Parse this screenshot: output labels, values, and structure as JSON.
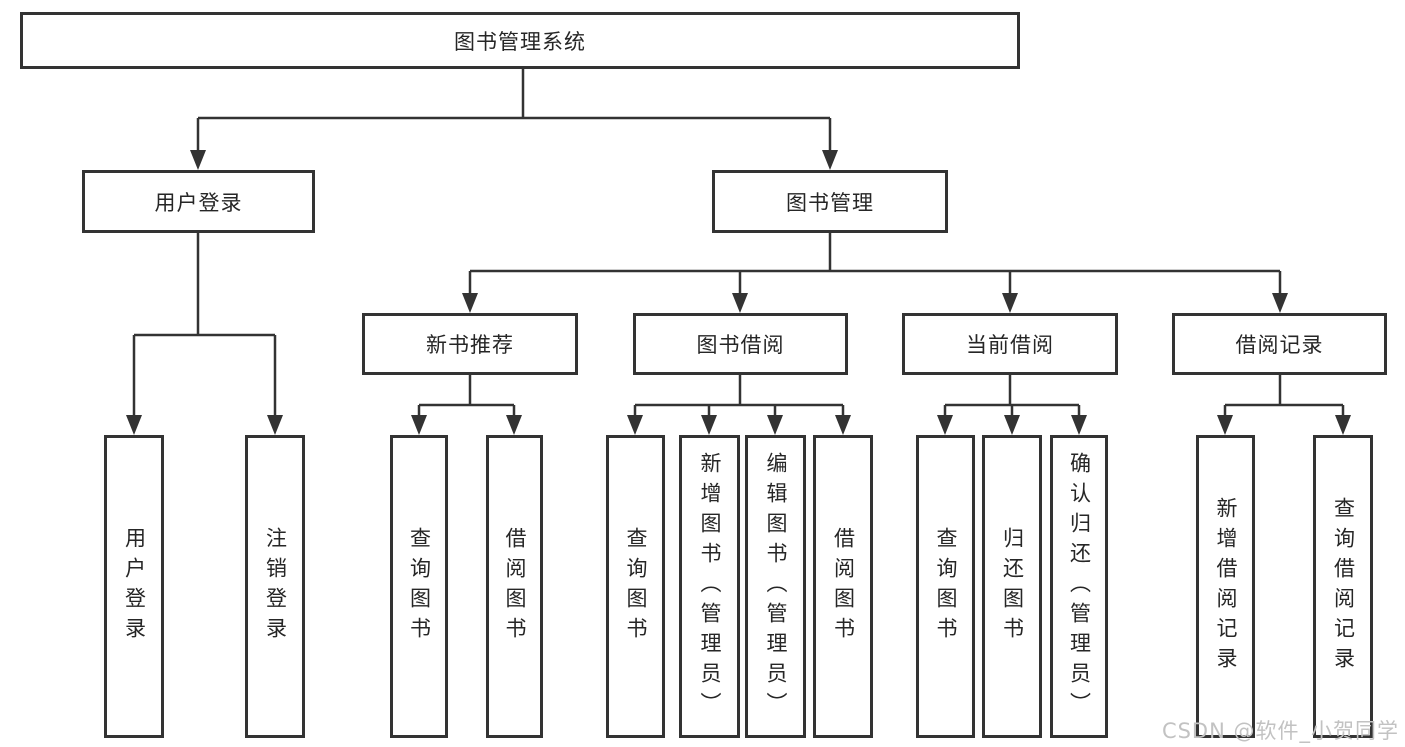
{
  "colors": {
    "line": "#333333",
    "text": "#262626",
    "box_background": "#ffffff",
    "watermark": "#c2c2c2"
  },
  "watermark": {
    "text": "CSDN @软件_小贺同学"
  },
  "diagram": {
    "type": "functional-structure-tree",
    "title": "图书管理系统",
    "branches": [
      {
        "label": "用户登录",
        "children": [
          {
            "label": "用户登录"
          },
          {
            "label": "注销登录"
          }
        ]
      },
      {
        "label": "图书管理",
        "children": [
          {
            "label": "新书推荐",
            "children": [
              {
                "label": "查询图书"
              },
              {
                "label": "借阅图书"
              }
            ]
          },
          {
            "label": "图书借阅",
            "children": [
              {
                "label": "查询图书"
              },
              {
                "label": "新增图书（管理员）"
              },
              {
                "label": "编辑图书（管理员）"
              },
              {
                "label": "借阅图书"
              }
            ]
          },
          {
            "label": "当前借阅",
            "children": [
              {
                "label": "查询图书"
              },
              {
                "label": "归还图书"
              },
              {
                "label": "确认归还（管理员）"
              }
            ]
          },
          {
            "label": "借阅记录",
            "children": [
              {
                "label": "新增借阅记录"
              },
              {
                "label": "查询借阅记录"
              }
            ]
          }
        ]
      }
    ]
  }
}
